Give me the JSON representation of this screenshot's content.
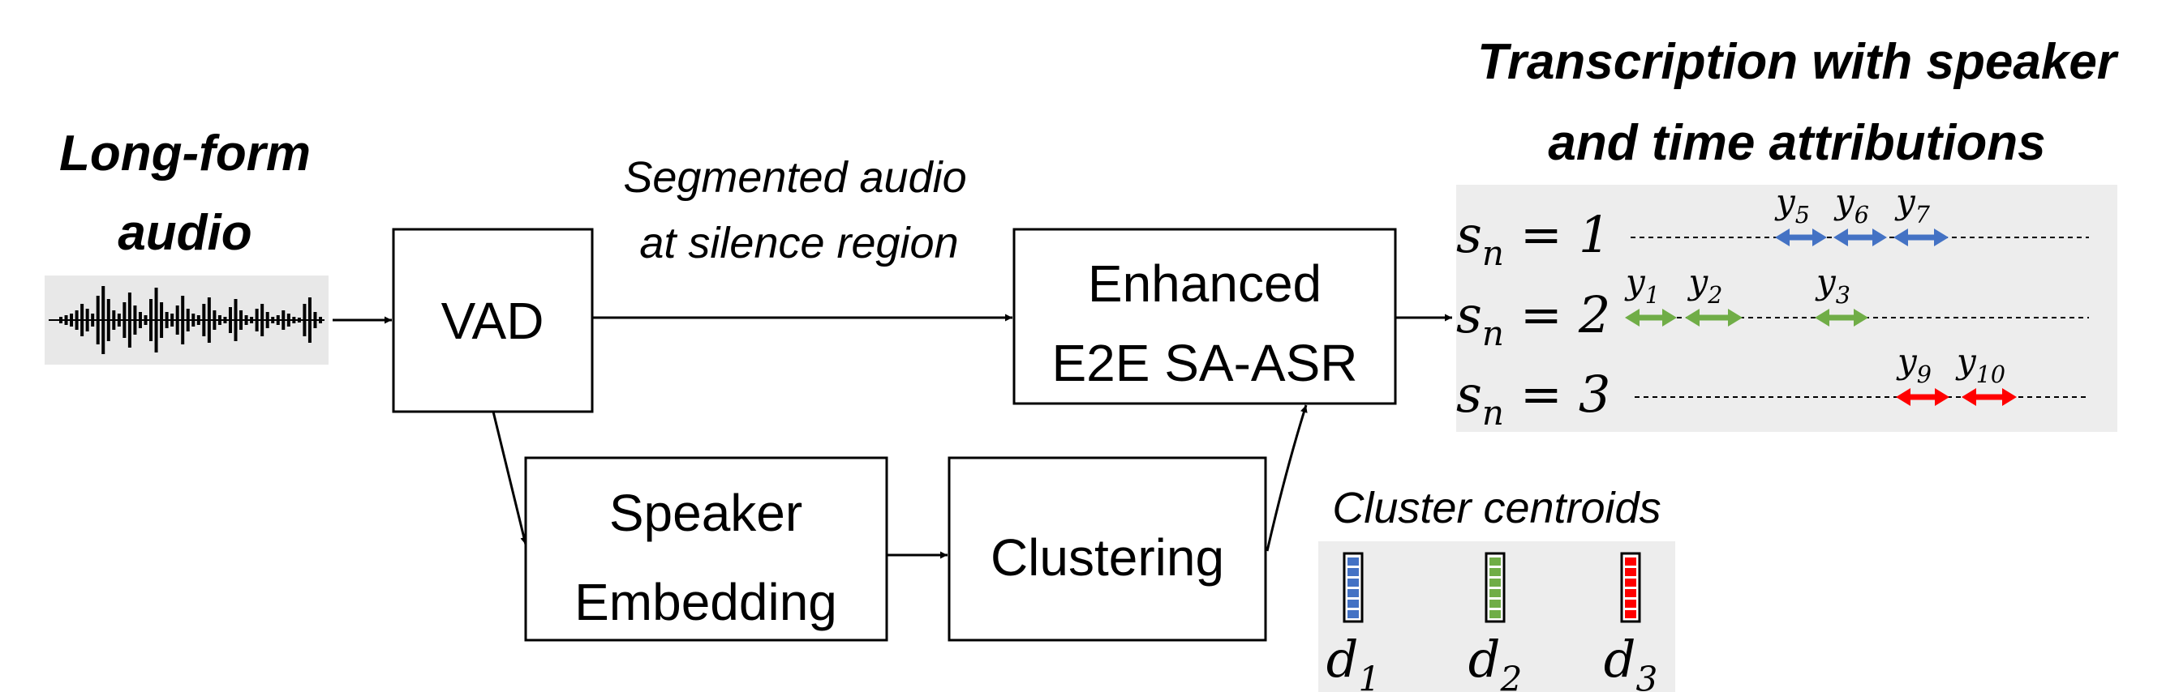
{
  "input": {
    "title_line1": "Long-form",
    "title_line2": "audio"
  },
  "blocks": {
    "vad": "VAD",
    "asr_line1": "Enhanced",
    "asr_line2": "E2E SA-ASR",
    "embed_line1": "Speaker",
    "embed_line2": "Embedding",
    "cluster": "Clustering"
  },
  "annotations": {
    "segmented_line1": "Segmented audio",
    "segmented_line2": "at silence region",
    "centroids_title": "Cluster centroids"
  },
  "output": {
    "title_line1": "Transcription with speaker",
    "title_line2": "and time attributions",
    "rows": [
      {
        "var": "s",
        "sub": "n",
        "eq": "=",
        "value": "1",
        "segments": [
          {
            "label": "y",
            "sub": "5"
          },
          {
            "label": "y",
            "sub": "6"
          },
          {
            "label": "y",
            "sub": "7"
          }
        ]
      },
      {
        "var": "s",
        "sub": "n",
        "eq": "=",
        "value": "2",
        "segments": [
          {
            "label": "y",
            "sub": "1"
          },
          {
            "label": "y",
            "sub": "2"
          },
          {
            "label": "y",
            "sub": "3"
          }
        ]
      },
      {
        "var": "s",
        "sub": "n",
        "eq": "=",
        "value": "3",
        "segments": [
          {
            "label": "y",
            "sub": "9"
          },
          {
            "label": "y",
            "sub": "10"
          }
        ]
      }
    ]
  },
  "centroids": [
    {
      "var": "d",
      "sub": "1"
    },
    {
      "var": "d",
      "sub": "2"
    },
    {
      "var": "d",
      "sub": "3"
    }
  ],
  "colors": {
    "speaker1": "#4472C4",
    "speaker2": "#70AD47",
    "speaker3": "#FF0000",
    "panel": "#ededed"
  }
}
